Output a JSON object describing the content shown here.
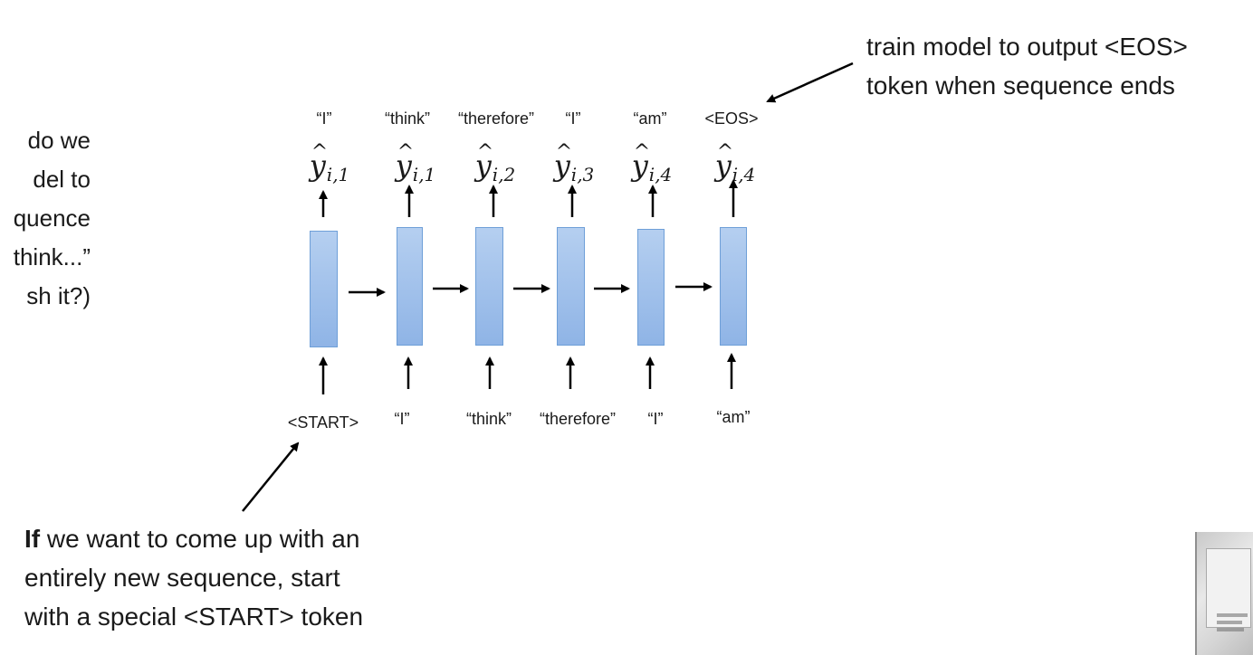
{
  "left_question": {
    "lines": [
      "do we",
      "del to",
      "quence",
      "think...”",
      "sh it?)"
    ]
  },
  "eos_note": {
    "line1": "train model to output <EOS>",
    "line2": "token when sequence ends"
  },
  "start_note": {
    "bold_word": "If",
    "line1_rest": " we want to come up with an",
    "line2": "entirely new sequence, start",
    "line3": "with a special <START> token"
  },
  "outputs": {
    "tokens": [
      "“I”",
      "“think”",
      "“therefore”",
      "“I”",
      "“am”",
      "<EOS>"
    ],
    "symbols": [
      {
        "base": "y",
        "sub": "i,1"
      },
      {
        "base": "y",
        "sub": "i,1"
      },
      {
        "base": "y",
        "sub": "i,2"
      },
      {
        "base": "y",
        "sub": "i,3"
      },
      {
        "base": "y",
        "sub": "i,4"
      },
      {
        "base": "y",
        "sub": "i,4"
      }
    ]
  },
  "inputs": {
    "tokens": [
      "<START>",
      "“I”",
      "“think”",
      "“therefore”",
      "“I”",
      "“am”"
    ]
  },
  "colors": {
    "cell_fill_top": "#b5cff0",
    "cell_fill_bottom": "#8fb4e6",
    "cell_border": "#6e9fd8",
    "arrow": "#000000"
  },
  "hat_glyph": "^"
}
